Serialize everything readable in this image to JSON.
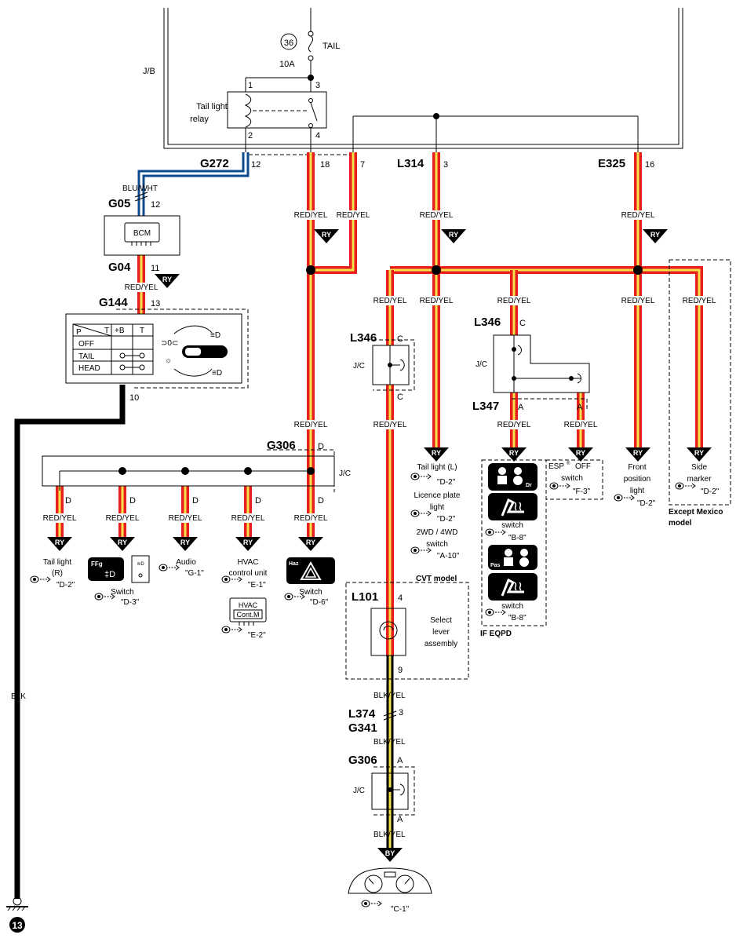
{
  "fuse": {
    "number": "36",
    "name": "TAIL",
    "rating": "10A"
  },
  "jb_label": "J/B",
  "relay": {
    "name_line1": "Tail light",
    "name_line2": "relay",
    "pin1": "1",
    "pin2": "2",
    "pin3": "3",
    "pin4": "4"
  },
  "connectors": {
    "g272": "G272",
    "g272_pin12": "12",
    "g272_pin18": "18",
    "g272_pin7": "7",
    "l314": "L314",
    "l314_pin": "3",
    "e325": "E325",
    "e325_pin": "16",
    "g05": "G05",
    "g05_pin": "12",
    "g04": "G04",
    "g04_pin": "11",
    "g144": "G144",
    "g144_pin13": "13",
    "g144_pin10": "10",
    "l346": "L346",
    "l346_pin": "C",
    "l347": "L347",
    "l347_pin": "A",
    "g306": "G306",
    "g306_pin": "D",
    "g306_pin_a": "A",
    "l101": "L101",
    "l101_pin4": "4",
    "l101_pin9": "9",
    "l374": "L374",
    "l374_pin": "3",
    "g341": "G341"
  },
  "wires": {
    "blu_wht": "BLU/WHT",
    "red_yel": "RED/YEL",
    "blk_yel": "BLK/YEL",
    "blk": "BLK"
  },
  "badges": {
    "ry": "RY",
    "by": "BY"
  },
  "bcm": "BCM",
  "switch_table": {
    "header_p": "P",
    "header_t": "T",
    "col_b": "+B",
    "col_t": "T",
    "rows": [
      "OFF",
      "TAIL",
      "HEAD"
    ]
  },
  "jc_label": "J/C",
  "loads": {
    "tail_r_line1": "Tail light",
    "tail_r_line2": "(R)",
    "tail_r_ref": "\"D-2\"",
    "switch_label": "Switch",
    "switch_ref": "\"D-3\"",
    "audio": "Audio",
    "audio_ref": "\"G-1\"",
    "hvac_line1": "HVAC",
    "hvac_line2": "control unit",
    "hvac_ref1": "\"E-1\"",
    "hvac_icon_line1": "HVAC",
    "hvac_icon_line2": "Cont.M",
    "hvac_ref2": "\"E-2\"",
    "haz_label": "Switch",
    "haz_ref": "\"D-6\"",
    "haz_icon": "Haz",
    "tail_l_line1": "Tail light (L)",
    "tail_l_ref": "\"D-2\"",
    "licence_line1": "Licence plate",
    "licence_line2": "light",
    "licence_ref": "\"D-2\"",
    "wd_line1": "2WD / 4WD",
    "wd_line2": "switch",
    "wd_ref": "\"A-10\"",
    "seat_switch1": "switch",
    "seat_ref1": "\"B-8\"",
    "seat_switch2": "switch",
    "seat_ref2": "\"B-8\"",
    "esp_line1": "ESP",
    "esp_line1b": "OFF",
    "esp_line2": "switch",
    "esp_ref": "\"F-3\"",
    "front_line1": "Front",
    "front_line2": "position",
    "front_line3": "light",
    "front_ref": "\"D-2\"",
    "side_line1": "Side",
    "side_line2": "marker",
    "side_ref": "\"D-2\"",
    "select_line1": "Select",
    "select_line2": "lever",
    "select_line3": "assembly",
    "meter_ref": "\"C-1\""
  },
  "notes": {
    "cvt": "CVT model",
    "eqpd": "IF EQPD",
    "except_line1": "Except Mexico",
    "except_line2": "model"
  },
  "ground": "13"
}
